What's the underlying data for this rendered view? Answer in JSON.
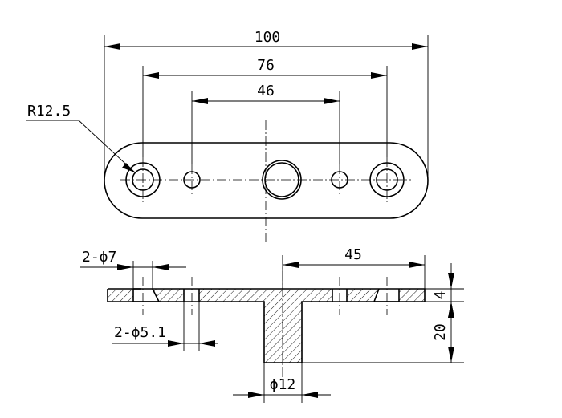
{
  "dimensions": {
    "overall_length": "100",
    "outer_hole_spacing": "76",
    "inner_hole_spacing": "46",
    "end_radius": "R12.5",
    "countersink_holes": "2-ϕ7",
    "small_holes": "2-ϕ5.1",
    "boss_offset": "45",
    "plate_thickness": "4",
    "boss_height": "20",
    "boss_diameter": "ϕ12"
  }
}
